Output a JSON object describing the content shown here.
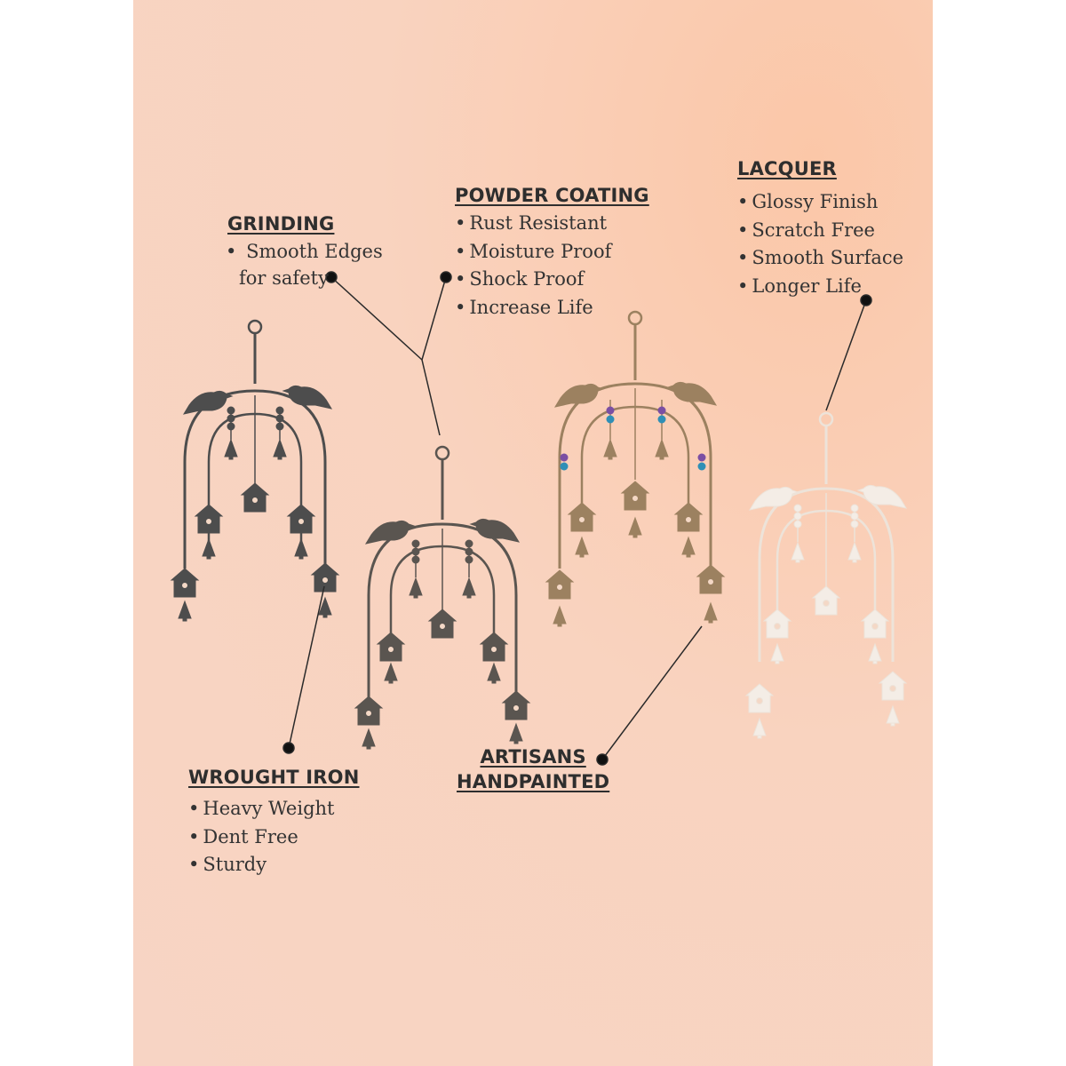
{
  "features": {
    "grinding": {
      "title": "GRINDING",
      "items": [
        "Smooth Edges",
        "for safety"
      ]
    },
    "powder_coating": {
      "title": "POWDER COATING",
      "items": [
        "Rust Resistant",
        "Moisture Proof",
        "Shock Proof",
        "Increase Life"
      ]
    },
    "lacquer": {
      "title": "LACQUER",
      "items": [
        "Glossy Finish",
        "Scratch Free",
        "Smooth Surface",
        "Longer Life"
      ]
    },
    "wrought_iron": {
      "title": "WROUGHT IRON",
      "items": [
        "Heavy Weight",
        "Dent Free",
        "Sturdy"
      ]
    },
    "artisans": {
      "title_line1": "ARTISANS",
      "title_line2": "HANDPAINTED"
    }
  },
  "colors": {
    "background": "#f8d3c0",
    "text": "#2e2e2e",
    "chime_dark": "#4a4a4a",
    "chime_gold": "#a08660",
    "chime_white": "#f3ece4"
  }
}
